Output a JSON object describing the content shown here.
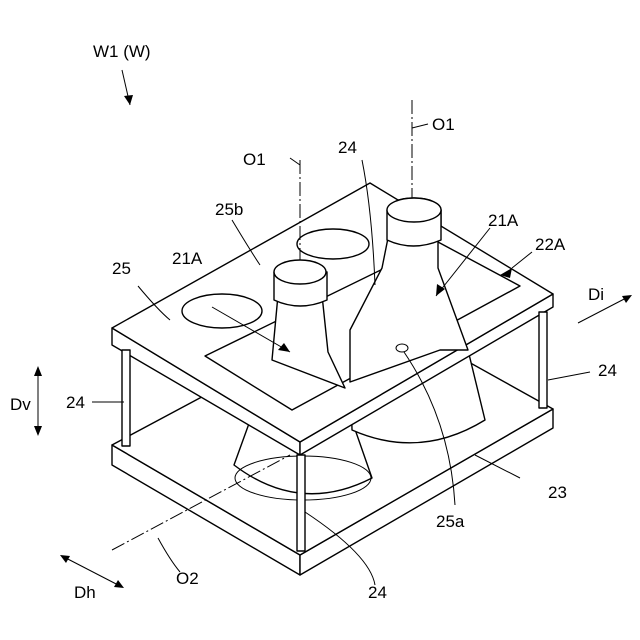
{
  "labels": {
    "w1": "W1 (W)",
    "o1_left": "O1",
    "o1_right": "O1",
    "l24_top": "24",
    "l25b": "25b",
    "l21a_left": "21A",
    "l21a_right": "21A",
    "l22a": "22A",
    "l25": "25",
    "di": "Di",
    "dv": "Dv",
    "l24_left": "24",
    "l24_right": "24",
    "l23": "23",
    "l25a": "25a",
    "dh": "Dh",
    "o2": "O2",
    "l24_bottom": "24"
  },
  "colors": {
    "line": "#000000",
    "background": "#ffffff"
  }
}
